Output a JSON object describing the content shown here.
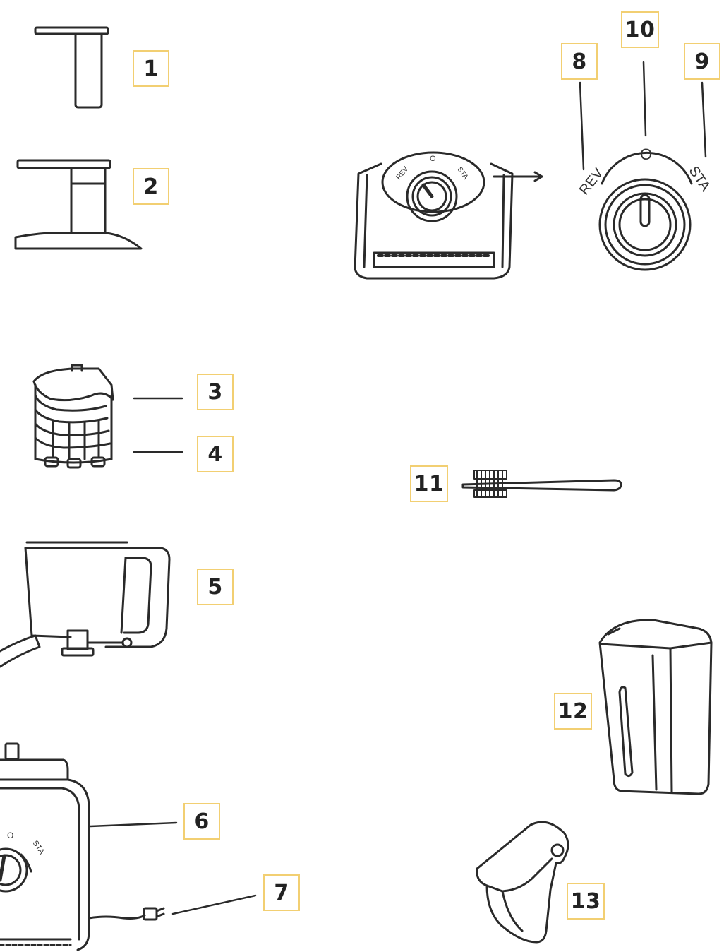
{
  "colors": {
    "label_border": "#f2cf72",
    "line": "#2a2a2a",
    "label_text": "#222222"
  },
  "labels": {
    "l1": "1",
    "l2": "2",
    "l3": "3",
    "l4": "4",
    "l5": "5",
    "l6": "6",
    "l7": "7",
    "l8": "8",
    "l9": "9",
    "l10": "10",
    "l11": "11",
    "l12": "12",
    "l13": "13"
  },
  "dial": {
    "rev": "REV",
    "off": "O",
    "sta": "STA"
  }
}
